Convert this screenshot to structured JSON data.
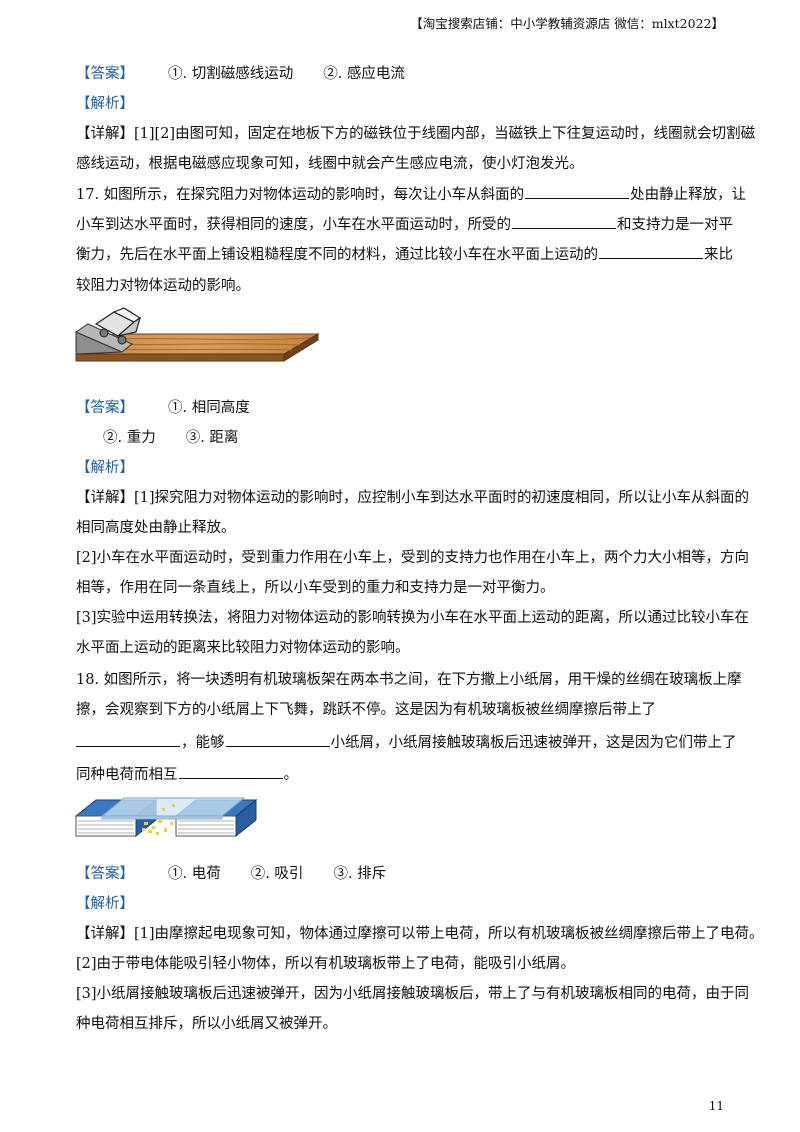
{
  "header": {
    "note": "【淘宝搜索店铺：中小学教辅资源店  微信：mlxt2022】"
  },
  "q16": {
    "answer_tag": "【答案】",
    "answers": [
      "①. 切割磁感线运动",
      "②. 感应电流"
    ],
    "analysis_tag": "【解析】",
    "detail_tag": "【详解】",
    "detail_lines": [
      "[1][2]由图可知，固定在地板下方的磁铁位于线圈内部，当磁铁上下往复运动时，线圈就会切割磁",
      "感线运动，根据电磁感应现象可知，线圈中就会产生感应电流，使小灯泡发光。"
    ]
  },
  "q17": {
    "line1_a": "17. 如图所示，在探究阻力对物体运动的影响时，每次让小车从斜面的",
    "line1_b": "处由静止释放，让",
    "line2_a": "小车到达水平面时，获得相同的速度，小车在水平面运动时，所受的",
    "line2_b": "和支持力是一对平",
    "line3_a": "衡力，先后在水平面上铺设粗糙程度不同的材料，通过比较小车在水平面上运动的",
    "line3_b": "来比",
    "line4": "较阻力对物体运动的影响。",
    "answer_tag": "【答案】",
    "answer1": "①. 相同高度",
    "answer2": "②. 重力",
    "answer3": "③. 距离",
    "analysis_tag": "【解析】",
    "detail_tag": "【详解】",
    "detail_lines": [
      "[1]探究阻力对物体运动的影响时，应控制小车到达水平面时的初速度相同，所以让小车从斜面的",
      "相同高度处由静止释放。",
      "[2]小车在水平面运动时，受到重力作用在小车上，受到的支持力也作用在小车上，两个力大小相等，方向",
      "相等，作用在同一条直线上，所以小车受到的重力和支持力是一对平衡力。",
      "[3]实验中运用转换法，将阻力对物体运动的影响转换为小车在水平面上运动的距离，所以通过比较小车在",
      "水平面上运动的距离来比较阻力对物体运动的影响。"
    ]
  },
  "q18": {
    "line1": "18. 如图所示，将一块透明有机玻璃板架在两本书之间，在下方撒上小纸屑，用干燥的丝绸在玻璃板上摩",
    "line2": "擦，会观察到下方的小纸屑上下飞舞，跳跃不停。这是因为有机玻璃板被丝绸摩擦后带上了",
    "line3_a": "，能够",
    "line3_b": "小纸屑，小纸屑接触玻璃板后迅速被弹开，这是因为它们带上了",
    "line4_a": "同种电荷而相互",
    "line4_b": "。",
    "answer_tag": "【答案】",
    "answers": [
      "①. 电荷",
      "②. 吸引",
      "③. 排斥"
    ],
    "analysis_tag": "【解析】",
    "detail_tag": "【详解】",
    "detail_lines": [
      "[1]由摩擦起电现象可知，物体通过摩擦可以带上电荷，所以有机玻璃板被丝绸摩擦后带上了电荷。",
      "[2]由于带电体能吸引轻小物体，所以有机玻璃板带上了电荷，能吸引小纸屑。",
      "[3]小纸屑接触玻璃板后迅速被弹开，因为小纸屑接触玻璃板后，带上了与有机玻璃板相同的电荷，由于同",
      "种电荷相互排斥，所以小纸屑又被弹开。"
    ]
  },
  "footer": {
    "page_number": "11"
  }
}
